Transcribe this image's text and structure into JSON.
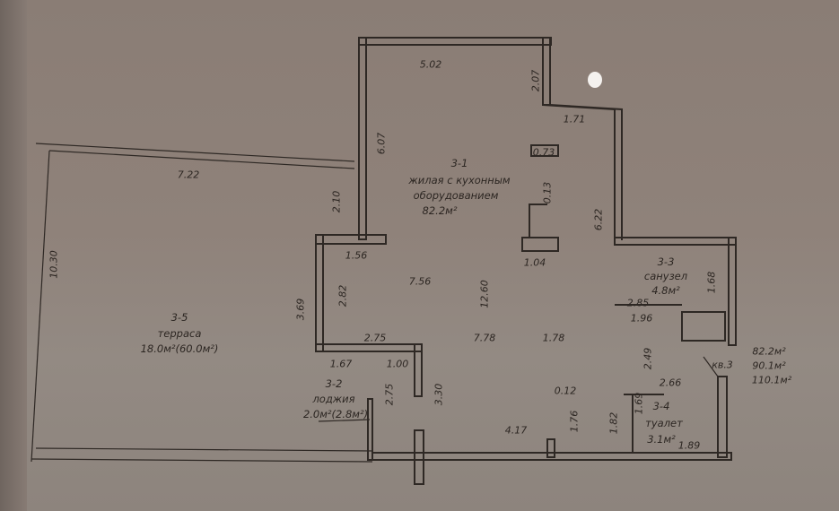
{
  "rooms": {
    "r31": {
      "id": "3-1",
      "name1": "жилая с кухонным",
      "name2": "оборудованием",
      "area": "82.2м²"
    },
    "r32": {
      "id": "3-2",
      "name": "лоджия",
      "area": "2.0м²(2.8м²)"
    },
    "r33": {
      "id": "3-3",
      "name": "санузел",
      "area": "4.8м²"
    },
    "r34": {
      "id": "3-4",
      "name": "туалет",
      "area": "3.1м²"
    },
    "r35": {
      "id": "3-5",
      "name": "терраса",
      "area": "18.0м²(60.0м²)"
    }
  },
  "apartment": {
    "label": "кв.3",
    "area1": "82.2м²",
    "area2": "90.1м²",
    "area3": "110.1м²"
  },
  "dims": [
    "5.02",
    "2.07",
    "1.71",
    "6.07",
    "7.22",
    "0.73",
    "0.13",
    "6.22",
    "2.10",
    "10.30",
    "1.56",
    "1.04",
    "7.56",
    "12.60",
    "2.82",
    "3.69",
    "1.68",
    "2.85",
    "1.96",
    "2.75",
    "7.78",
    "1.78",
    "2.49",
    "1.67",
    "1.00",
    "2.75",
    "3.30",
    "0.12",
    "2.66",
    "1.76",
    "1.82",
    "1.69",
    "4.17",
    "1.89"
  ]
}
